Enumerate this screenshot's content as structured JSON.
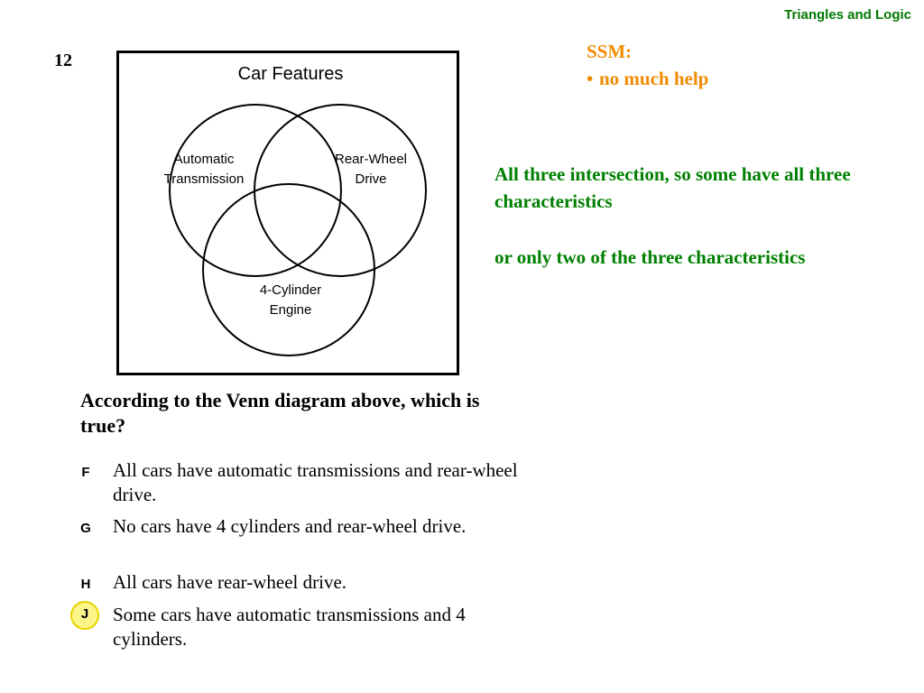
{
  "header": {
    "title": "Triangles and Logic"
  },
  "question_number": "12",
  "venn": {
    "title": "Car Features",
    "sets": [
      {
        "label_lines": [
          "Automatic",
          "Transmission"
        ]
      },
      {
        "label_lines": [
          "Rear-Wheel",
          "Drive"
        ]
      },
      {
        "label_lines": [
          "4-Cylinder",
          "Engine"
        ]
      }
    ]
  },
  "ssm": {
    "heading": "SSM:",
    "bullet_symbol": "•",
    "bullet": "no much help"
  },
  "notes": [
    "All three intersection, so some have all three characteristics",
    "or only two of the three characteristics"
  ],
  "question": {
    "prompt": "According to the Venn diagram above, which is true?",
    "options": [
      {
        "letter": "F",
        "text": "All cars have automatic transmissions and rear-wheel drive.",
        "highlighted": false
      },
      {
        "letter": "G",
        "text": "No cars have 4 cylinders and rear-wheel drive.",
        "highlighted": false
      },
      {
        "letter": "H",
        "text": "All cars have rear-wheel drive.",
        "highlighted": false
      },
      {
        "letter": "J",
        "text": "Some cars have automatic transmissions and 4 cylinders.",
        "highlighted": true
      }
    ]
  },
  "colors": {
    "header": "#007a00",
    "ssm": "#f08c00",
    "notes": "#008000",
    "highlight_fill": "#fbf58a",
    "highlight_border": "#e9d400"
  }
}
